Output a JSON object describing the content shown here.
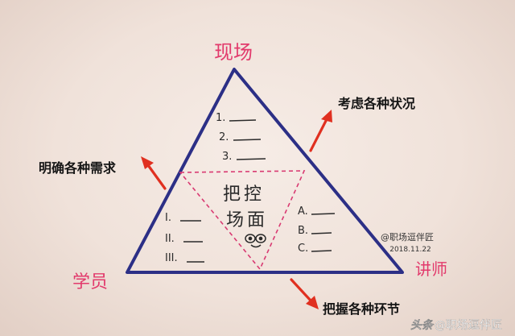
{
  "vertices": {
    "top": "现场",
    "bottom_left": "学员",
    "bottom_right": "讲师"
  },
  "center": {
    "line1": "把控",
    "line2": "场面"
  },
  "lists": {
    "top": [
      "1.",
      "2.",
      "3."
    ],
    "left": [
      "I.",
      "II.",
      "III."
    ],
    "right": [
      "A.",
      "B.",
      "C."
    ]
  },
  "annotations": {
    "consider": "考虑各种状况",
    "clarify": "明确各种需求",
    "grasp": "把握各种环节"
  },
  "signature": {
    "name": "@职场逗伴匠",
    "date": "2018.11.22"
  },
  "watermark": {
    "platform": "头条",
    "handle": "@职场逗伴匠"
  },
  "colors": {
    "triangle": "#2c2f86",
    "vertex_labels": "#e23a6c",
    "arrows": "#e03020",
    "annotation_text": "#151515",
    "inner_dashed": "#d93a72"
  }
}
